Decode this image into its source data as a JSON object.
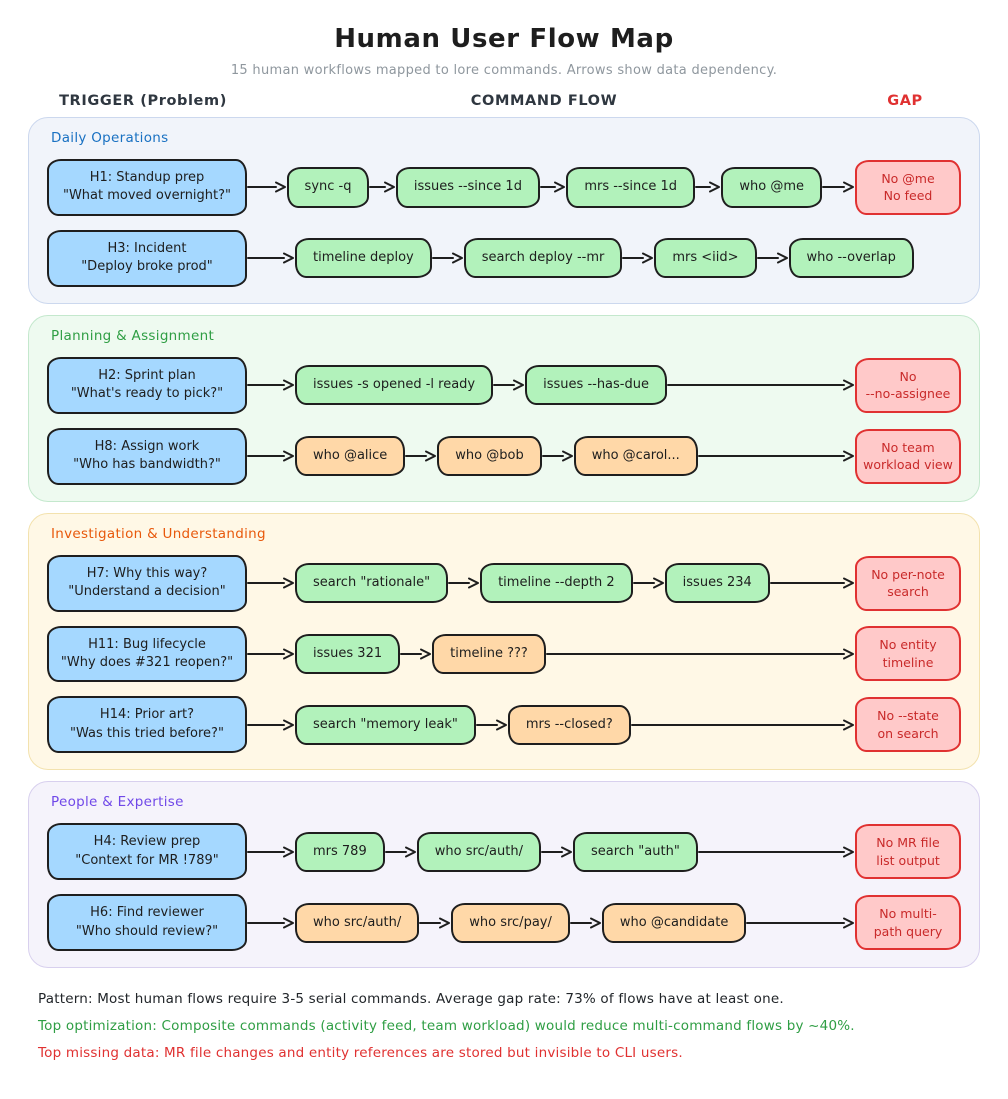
{
  "title": "Human User Flow Map",
  "subtitle": "15 human workflows mapped to lore commands. Arrows show data dependency.",
  "columns": {
    "trigger": "TRIGGER (Problem)",
    "flow": "COMMAND FLOW",
    "gap": "GAP"
  },
  "palette": {
    "trigger_fill": "#a5d8ff",
    "command_fill": "#b2f2bb",
    "alt_command_fill": "#ffd8a8",
    "gap_fill": "#ffc9c9",
    "gap_border": "#e03131",
    "ink": "#1e1e1e",
    "section_title_colors": {
      "daily_operations": "#1971c2",
      "planning_assignment": "#2f9e44",
      "investigation_understanding": "#e8590c",
      "people_expertise": "#7048e8"
    }
  },
  "sections": [
    {
      "title": "Daily Operations",
      "theme": "blue",
      "rows": [
        {
          "trigger": [
            "H1: Standup prep",
            "\"What moved overnight?\""
          ],
          "commands": [
            {
              "label": "sync -q",
              "type": "green"
            },
            {
              "label": "issues --since 1d",
              "type": "green"
            },
            {
              "label": "mrs --since 1d",
              "type": "green"
            },
            {
              "label": "who @me",
              "type": "green"
            }
          ],
          "gap": [
            "No @me",
            "No feed"
          ]
        },
        {
          "trigger": [
            "H3: Incident",
            "\"Deploy broke prod\""
          ],
          "commands": [
            {
              "label": "timeline deploy",
              "type": "green"
            },
            {
              "label": "search deploy --mr",
              "type": "green"
            },
            {
              "label": "mrs <iid>",
              "type": "green"
            },
            {
              "label": "who --overlap",
              "type": "green"
            }
          ],
          "gap": null
        }
      ]
    },
    {
      "title": "Planning & Assignment",
      "theme": "green",
      "rows": [
        {
          "trigger": [
            "H2: Sprint plan",
            "\"What's ready to pick?\""
          ],
          "commands": [
            {
              "label": "issues -s opened -l ready",
              "type": "green"
            },
            {
              "label": "issues --has-due",
              "type": "green"
            }
          ],
          "gap": [
            "No",
            "--no-assignee"
          ]
        },
        {
          "trigger": [
            "H8: Assign work",
            "\"Who has bandwidth?\""
          ],
          "commands": [
            {
              "label": "who @alice",
              "type": "orange"
            },
            {
              "label": "who @bob",
              "type": "orange"
            },
            {
              "label": "who @carol...",
              "type": "orange"
            }
          ],
          "gap": [
            "No team",
            "workload view"
          ]
        }
      ]
    },
    {
      "title": "Investigation & Understanding",
      "theme": "yellow",
      "rows": [
        {
          "trigger": [
            "H7: Why this way?",
            "\"Understand a decision\""
          ],
          "commands": [
            {
              "label": "search \"rationale\"",
              "type": "green"
            },
            {
              "label": "timeline --depth 2",
              "type": "green"
            },
            {
              "label": "issues 234",
              "type": "green"
            }
          ],
          "gap": [
            "No per-note",
            "search"
          ]
        },
        {
          "trigger": [
            "H11: Bug lifecycle",
            "\"Why does #321 reopen?\""
          ],
          "commands": [
            {
              "label": "issues 321",
              "type": "green"
            },
            {
              "label": "timeline ???",
              "type": "orange"
            }
          ],
          "gap": [
            "No entity",
            "timeline"
          ]
        },
        {
          "trigger": [
            "H14: Prior art?",
            "\"Was this tried before?\""
          ],
          "commands": [
            {
              "label": "search \"memory leak\"",
              "type": "green"
            },
            {
              "label": "mrs --closed?",
              "type": "orange"
            }
          ],
          "gap": [
            "No --state",
            "on search"
          ]
        }
      ]
    },
    {
      "title": "People & Expertise",
      "theme": "purple",
      "rows": [
        {
          "trigger": [
            "H4: Review prep",
            "\"Context for MR !789\""
          ],
          "commands": [
            {
              "label": "mrs 789",
              "type": "green"
            },
            {
              "label": "who src/auth/",
              "type": "green"
            },
            {
              "label": "search \"auth\"",
              "type": "green"
            }
          ],
          "gap": [
            "No MR file",
            "list output"
          ]
        },
        {
          "trigger": [
            "H6: Find reviewer",
            "\"Who should review?\""
          ],
          "commands": [
            {
              "label": "who src/auth/",
              "type": "orange"
            },
            {
              "label": "who src/pay/",
              "type": "orange"
            },
            {
              "label": "who @candidate",
              "type": "orange"
            }
          ],
          "gap": [
            "No multi-",
            "path query"
          ]
        }
      ]
    }
  ],
  "footnotes": [
    {
      "text": "Pattern: Most human flows require 3-5 serial commands. Average gap rate: 73% of flows have at least one.",
      "color": "#212529"
    },
    {
      "text": "Top optimization: Composite commands (activity feed, team workload) would reduce multi-command flows by ~40%.",
      "color": "#2f9e44"
    },
    {
      "text": "Top missing data: MR file changes and entity references are stored but invisible to CLI users.",
      "color": "#e03131"
    }
  ]
}
